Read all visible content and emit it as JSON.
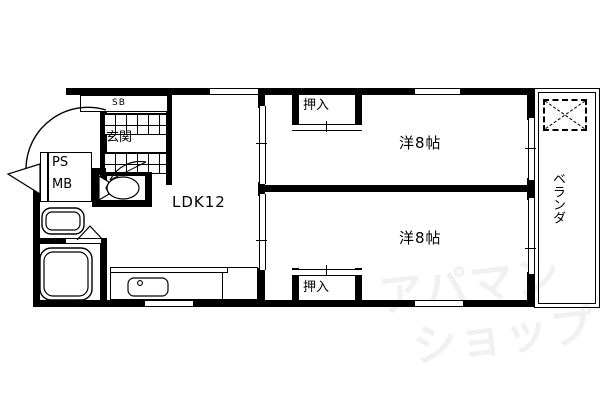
{
  "plan": {
    "title": "apartment-floor-plan",
    "layout_code": "2LDK",
    "rooms": [
      {
        "key": "ldk",
        "label": "LDK12",
        "type": "living-dining-kitchen"
      },
      {
        "key": "room_upper",
        "label": "洋8帖",
        "type": "western-room"
      },
      {
        "key": "room_lower",
        "label": "洋8帖",
        "type": "western-room"
      },
      {
        "key": "balcony",
        "label": "ベランダ",
        "type": "balcony"
      }
    ],
    "fixtures": [
      {
        "key": "shoe_box",
        "label": "SB",
        "meaning": "shoe-box"
      },
      {
        "key": "entrance",
        "label": "玄関",
        "meaning": "entrance"
      },
      {
        "key": "ps",
        "label": "PS",
        "meaning": "pipe-space"
      },
      {
        "key": "mb",
        "label": "MB",
        "meaning": "meter-box"
      },
      {
        "key": "closet_upper",
        "label": "押入",
        "meaning": "closet"
      },
      {
        "key": "closet_lower",
        "label": "押入",
        "meaning": "closet"
      }
    ],
    "unlabeled_fixtures": [
      {
        "key": "toilet",
        "name": "toilet-fixture"
      },
      {
        "key": "bathtub",
        "name": "bathtub-fixture"
      },
      {
        "key": "washer_pan",
        "name": "washing-machine-pan"
      },
      {
        "key": "kitchen_sink",
        "name": "kitchen-sink"
      },
      {
        "key": "ac_unit",
        "name": "balcony-equipment-box"
      }
    ],
    "watermark": {
      "line1": "アパマン",
      "line2": "ショップ"
    },
    "colors": {
      "wall": "#000000",
      "background": "#ffffff",
      "watermark": "#f1f1f1"
    }
  }
}
